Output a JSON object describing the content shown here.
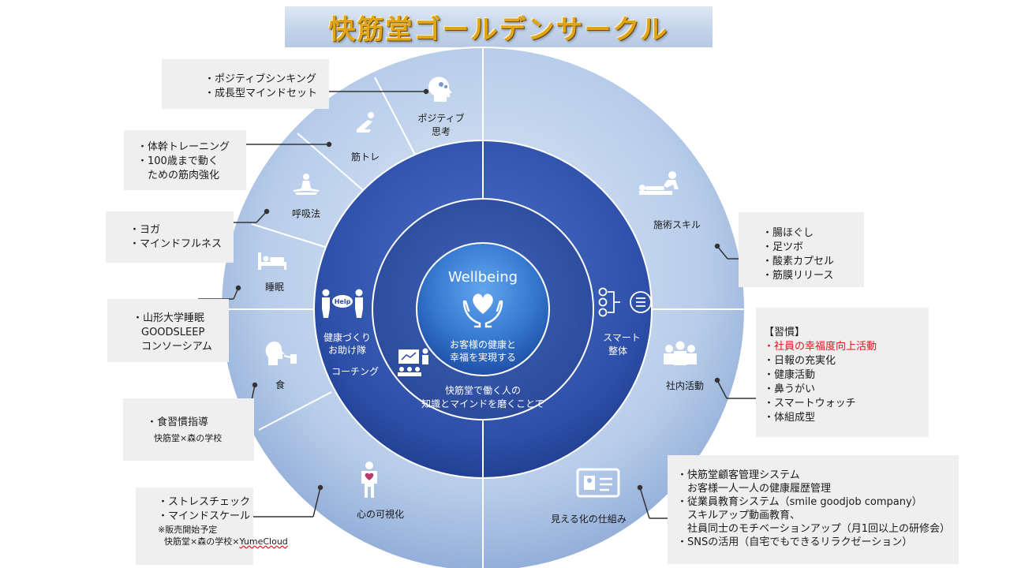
{
  "title": "快筋堂ゴールデンサークル",
  "center": {
    "title": "Wellbeing",
    "line1": "お客様の健康と",
    "line2": "幸福を実現する"
  },
  "middle_ring": {
    "line1": "快筋堂で働く人の",
    "line2": "知識とマインドを磨くことで",
    "left_line1": "健康づくり",
    "left_line2": "お助け隊",
    "left_line3": "コーチング",
    "right_line1": "スマート",
    "right_line2": "整体",
    "help_text": "Help"
  },
  "outer_ring": {
    "positive": [
      "ポジティブ",
      "思考"
    ],
    "kintore": "筋トレ",
    "breathing": "呼吸法",
    "sleep": "睡眠",
    "food": "食",
    "mind_visual": "心の可視化",
    "treatment": "施術スキル",
    "internal": "社内活動",
    "visual_system": "見える化の仕組み"
  },
  "callouts": {
    "positive": [
      "・ポジティブシンキング",
      "・成長型マインドセット"
    ],
    "kintore": [
      "・体幹トレーニング",
      "・100歳まで動く",
      "　ための筋肉強化"
    ],
    "breathing": [
      "・ヨガ",
      "・マインドフルネス"
    ],
    "sleep": [
      "・山形大学睡眠",
      "GOODSLEEP",
      "コンソーシアム"
    ],
    "food": [
      "・食習慣指導",
      "快筋堂×森の学校"
    ],
    "mind": [
      "・ストレスチェック",
      "・マインドスケール",
      "※販売開始予定",
      "快筋堂×森の学校×",
      "YumeCloud"
    ],
    "treatment": [
      "・腸ほぐし",
      "・足ツボ",
      "・酸素カプセル",
      "・筋膜リリース"
    ],
    "habits": {
      "heading": "【習慣】",
      "highlight": "・社員の幸福度向上活動",
      "items": [
        "・日報の充実化",
        "・健康活動",
        "・鼻うがい",
        "・スマートウォッチ",
        "・体組成型"
      ]
    },
    "system": [
      "・快筋堂顧客管理システム",
      "　お客様一人一人の健康履歴管理",
      "・従業員教育システム（smile goodjob company）",
      "　スキルアップ動画教育、",
      "　社員同士のモチベーションアップ（月1回以上の研修会）",
      "・SNSの活用（自宅でもできるリラクゼーション）"
    ]
  },
  "colors": {
    "title_gold": "#e0a418",
    "outer_ring": "#aac3e6",
    "middle_ring": "#2b4aa4",
    "center": "#2f6fc6",
    "callout_bg": "#efefef",
    "highlight_red": "#e0141e"
  }
}
